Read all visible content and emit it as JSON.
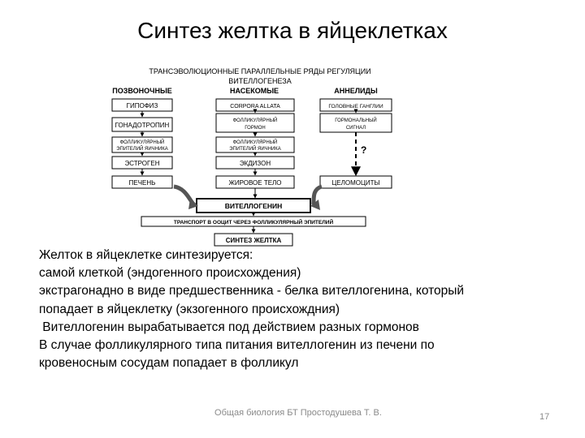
{
  "slide": {
    "title": "Синтез желтка в яйцеклетках",
    "footer": "Общая биология БТ Простодушева Т. В.",
    "page_number": "17"
  },
  "diagram": {
    "header_line1": "ТРАНСЭВОЛЮЦИОННЫЕ ПАРАЛЛЕЛЬНЫЕ РЯДЫ РЕГУЛЯЦИИ",
    "header_line2": "ВИТЕЛЛОГЕНЕЗА",
    "col_vertebrates": "ПОЗВОНОЧНЫЕ",
    "col_insects": "НАСЕКОМЫЕ",
    "col_annelids": "АННЕЛИДЫ",
    "v_pituitary": "ГИПОФИЗ",
    "v_gonadotropin": "ГОНАДОТРОПИН",
    "v_follicular1": "ФОЛЛИКУЛЯРНЫЙ",
    "v_follicular2": "ЭПИТЕЛИЙ ЯИЧНИКА",
    "v_estrogen": "ЭСТРОГЕН",
    "v_liver": "ПЕЧЕНЬ",
    "i_corpora": "CORPORA ALLATA",
    "i_hormone1": "ФОЛЛИКУЛЯРНЫЙ",
    "i_hormone2": "ГОРМОН",
    "i_follicular1": "ФОЛЛИКУЛЯРНЫЙ",
    "i_follicular2": "ЭПИТЕЛИЙ ЯИЧНИКА",
    "i_ecdysone": "ЭКДИЗОН",
    "i_fatbody": "ЖИРОВОЕ ТЕЛО",
    "a_ganglia": "ГОЛОВНЫЕ ГАНГЛИИ",
    "a_signal1": "ГОРМОНАЛЬНЫЙ",
    "a_signal2": "СИГНАЛ",
    "a_question": "?",
    "a_coelomocytes": "ЦЕЛОМОЦИТЫ",
    "vitellogenin": "ВИТЕЛЛОГЕНИН",
    "transport": "ТРАНСПОРТ В ООЦИТ ЧЕРЕЗ ФОЛЛИКУЛЯРНЫЙ ЭПИТЕЛИЙ",
    "yolk_synthesis": "СИНТЕЗ ЖЕЛТКА"
  },
  "body": {
    "lines": [
      "Желток в яйцеклетке синтезируется:",
      "самой клеткой (эндогенного происхождения)",
      "экстрагонадно в виде предшественника  - белка вителлогенина, который",
      "попадает в яйцеклетку (экзогенного происхождния)",
      " Вителлогенин вырабатывается под действием разных гормонов",
      "В случае фолликулярного типа питания вителлогенин из печени по",
      "кровеносным сосудам попадает в фолликул"
    ]
  }
}
